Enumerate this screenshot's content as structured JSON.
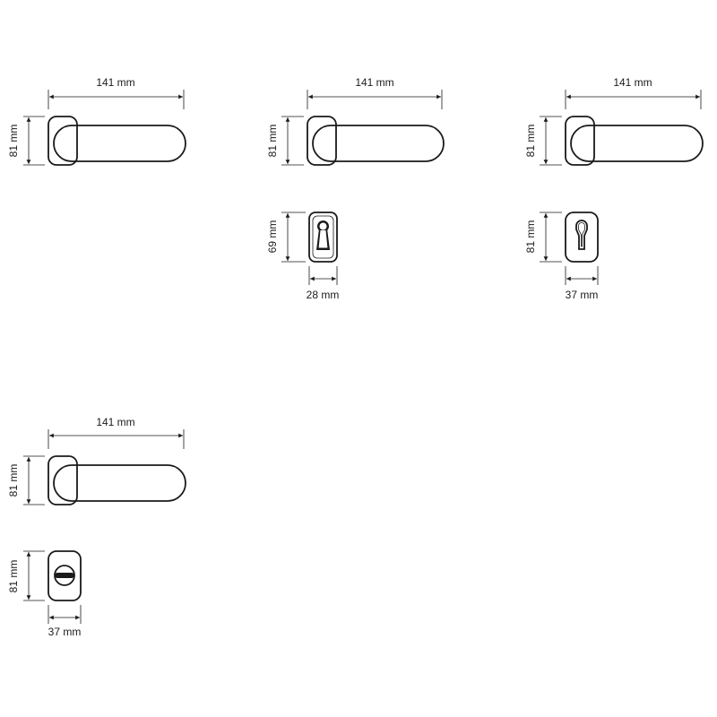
{
  "drawings": [
    {
      "handle": {
        "width_label": "141 mm",
        "height_label": "81 mm"
      }
    },
    {
      "handle": {
        "width_label": "141 mm",
        "height_label": "81 mm"
      },
      "escutcheon": {
        "type": "keyhole",
        "width_label": "28 mm",
        "height_label": "69 mm"
      }
    },
    {
      "handle": {
        "width_label": "141 mm",
        "height_label": "81 mm"
      },
      "escutcheon": {
        "type": "euro-cylinder",
        "width_label": "37 mm",
        "height_label": "81 mm"
      }
    },
    {
      "handle": {
        "width_label": "141 mm",
        "height_label": "81 mm"
      },
      "escutcheon": {
        "type": "wc-turn",
        "width_label": "37 mm",
        "height_label": "81 mm"
      }
    }
  ]
}
